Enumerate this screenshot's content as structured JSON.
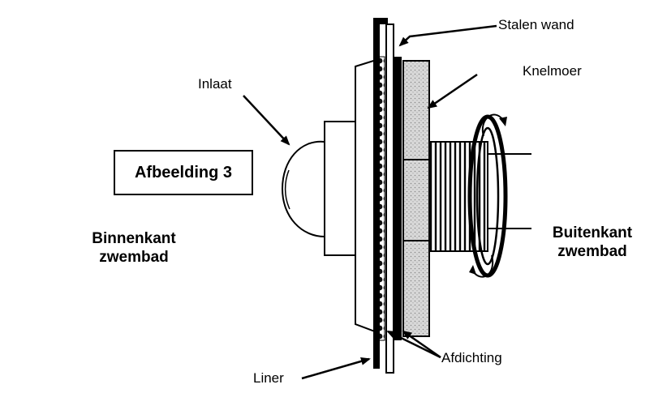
{
  "labels": {
    "steel_wall": "Stalen wand",
    "clamp_nut": "Knelmoer",
    "inlet": "Inlaat",
    "figure_title": "Afbeelding 3",
    "inside_line1": "Binnenkant",
    "inside_line2": "zwembad",
    "outside_line1": "Buitenkant",
    "outside_line2": "zwembad",
    "seal": "Afdichting",
    "liner": "Liner"
  },
  "colors": {
    "ink": "#000000",
    "background": "#ffffff",
    "nut_fill": "#dcdcdc"
  }
}
